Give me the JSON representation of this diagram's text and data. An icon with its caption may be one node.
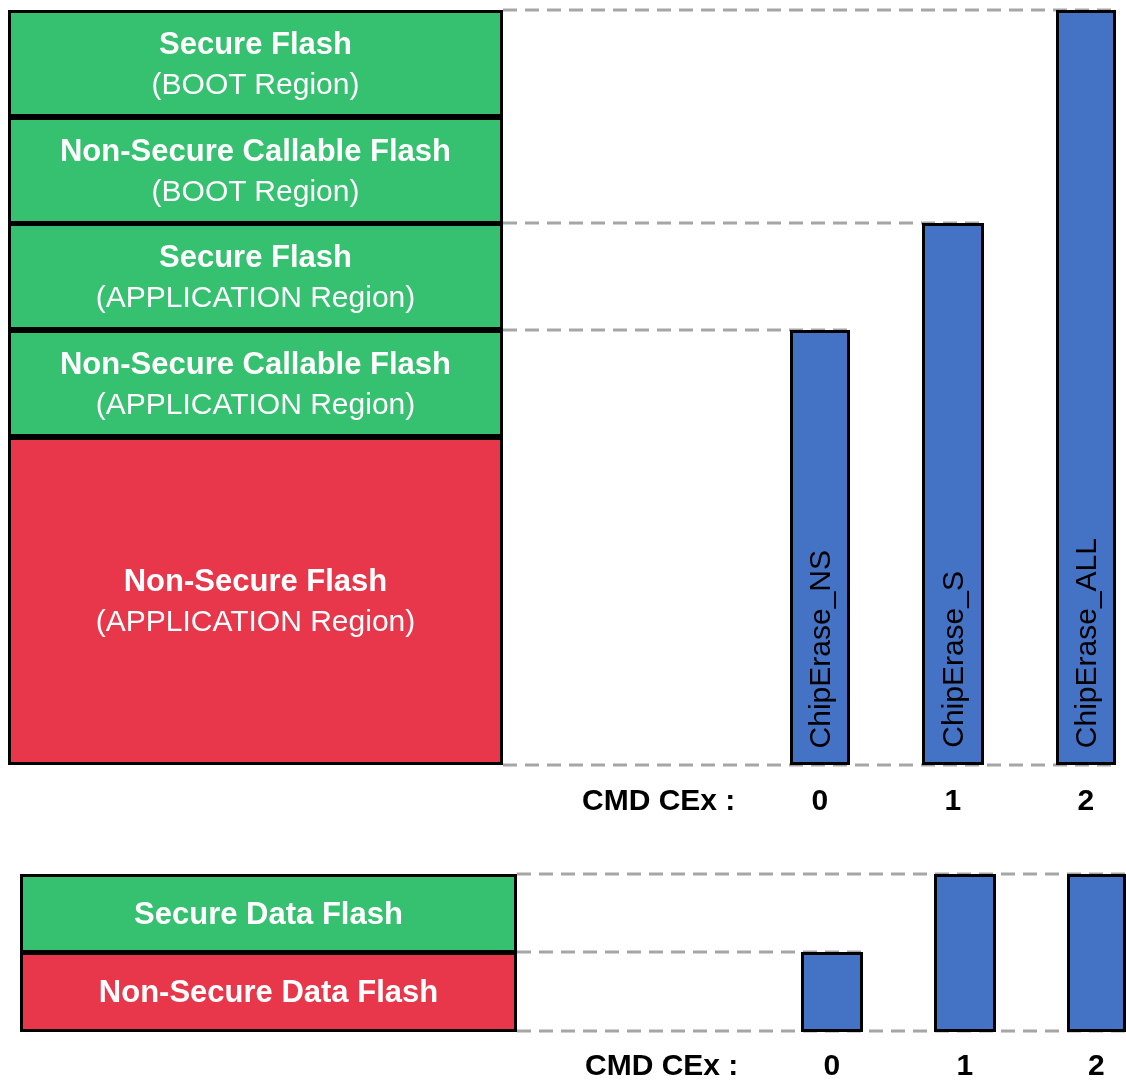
{
  "diagram": {
    "nodes": [
      {
        "text": [
          "Secure Flash",
          "(BOOT Region)"
        ]
      },
      {
        "text": [
          "Non-Secure Callable Flash",
          "(BOOT Region)"
        ]
      },
      {
        "text": [
          "Secure Flash",
          "(APPLICATION Region)"
        ]
      },
      {
        "text": [
          "Non-Secure Callable Flash",
          "(APPLICATION Region)"
        ]
      },
      {
        "text": [
          "Non-Secure Flash",
          "(APPLICATION Region)"
        ]
      },
      {
        "text": [
          "ChipErase_NS"
        ],
        "beside": [
          "0"
        ]
      },
      {
        "text": [
          "ChipErase_S"
        ],
        "beside": [
          "1"
        ]
      },
      {
        "text": [
          "ChipErase_ALL"
        ],
        "beside": [
          "2"
        ]
      },
      {
        "text": [
          "Secure Data Flash"
        ]
      },
      {
        "text": [
          "Non-Secure Data Flash"
        ]
      },
      {
        "text": [],
        "shape": "bar",
        "beside": [
          "0"
        ]
      },
      {
        "text": [],
        "shape": "bar",
        "beside": [
          "1"
        ]
      },
      {
        "text": [],
        "shape": "bar",
        "beside": [
          "2"
        ]
      }
    ],
    "edges": [],
    "labels": [
      "CMD CEx :",
      "CMD CEx :"
    ]
  }
}
